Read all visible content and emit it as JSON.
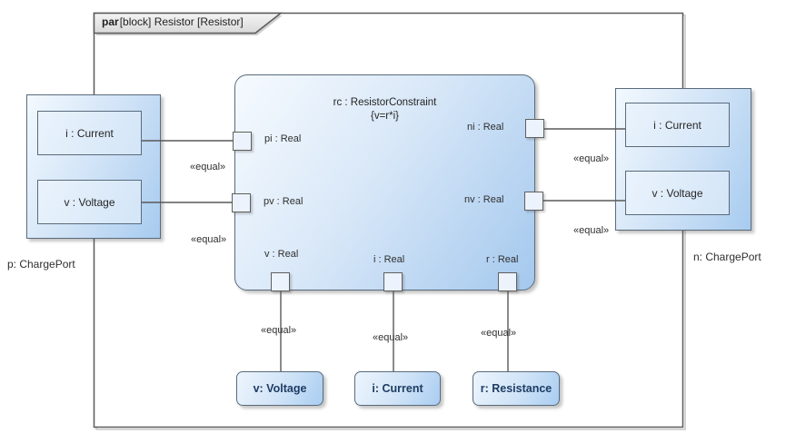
{
  "frame": {
    "keyword": "par",
    "title": "[block] Resistor [Resistor]"
  },
  "constraint_block": {
    "name": "rc : ResistorConstraint",
    "expression": "{v=r*i}",
    "ports": {
      "pi": {
        "label": "pi : Real"
      },
      "pv": {
        "label": "pv : Real"
      },
      "ni": {
        "label": "ni : Real"
      },
      "nv": {
        "label": "nv : Real"
      },
      "v": {
        "label": "v : Real"
      },
      "i": {
        "label": "i : Real"
      },
      "r": {
        "label": "r : Real"
      }
    }
  },
  "left_part": {
    "label": "p: ChargePort",
    "properties": [
      {
        "label": "i : Current"
      },
      {
        "label": "v : Voltage"
      }
    ]
  },
  "right_part": {
    "label": "n: ChargePort",
    "properties": [
      {
        "label": "i : Current"
      },
      {
        "label": "v : Voltage"
      }
    ]
  },
  "value_blocks": [
    {
      "label": "v: Voltage"
    },
    {
      "label": "i: Current"
    },
    {
      "label": "r: Resistance"
    }
  ],
  "connectors": [
    {
      "label": "«equal»"
    },
    {
      "label": "«equal»"
    },
    {
      "label": "«equal»"
    },
    {
      "label": "«equal»"
    },
    {
      "label": "«equal»"
    },
    {
      "label": "«equal»"
    },
    {
      "label": "«equal»"
    }
  ],
  "colors": {
    "frame_border": "#5a5a5a",
    "block_border": "#5a6b7c",
    "block_fill_light": "#f3f9fe",
    "block_fill_dark": "#a7cbef",
    "connector_line": "#595959",
    "value_text": "#1e3c64",
    "pentagon_fill_top": "#f2f2f2",
    "pentagon_fill_bottom": "#d9d9d9"
  }
}
